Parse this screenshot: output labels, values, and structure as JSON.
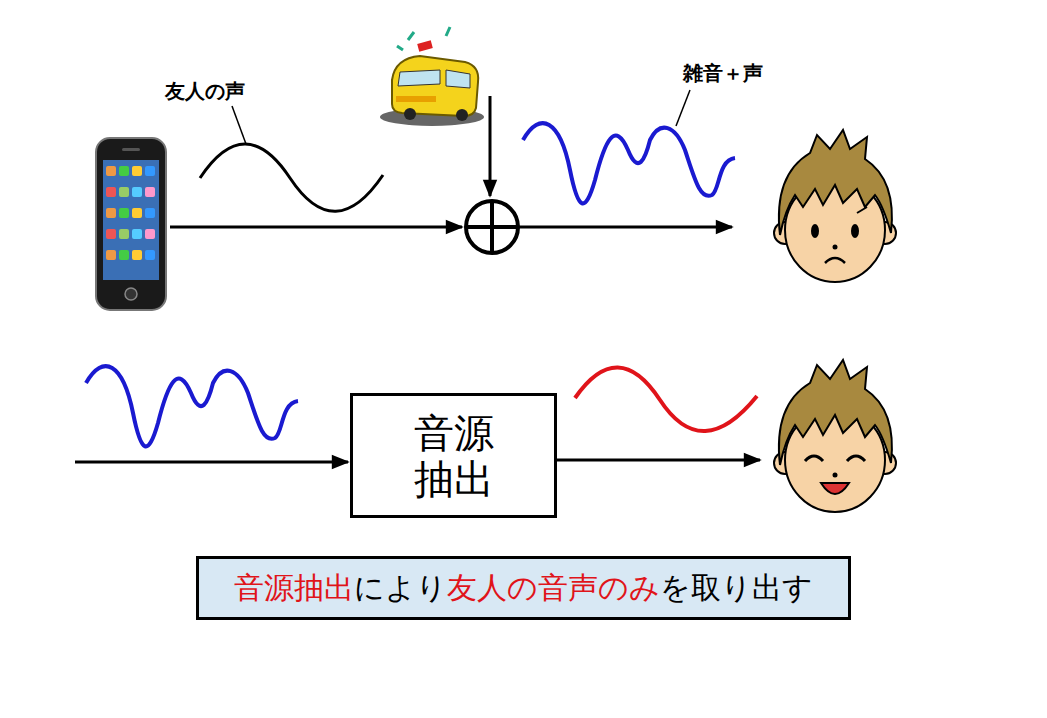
{
  "diagram": {
    "nodes": [
      {
        "text": [
          "音源 抽出"
        ]
      },
      {
        "text": [
          "音源抽出",
          "により",
          "友人の音声のみ",
          "を取り出す"
        ]
      }
    ],
    "labels": [
      "友人の声",
      "雑音＋声"
    ]
  }
}
